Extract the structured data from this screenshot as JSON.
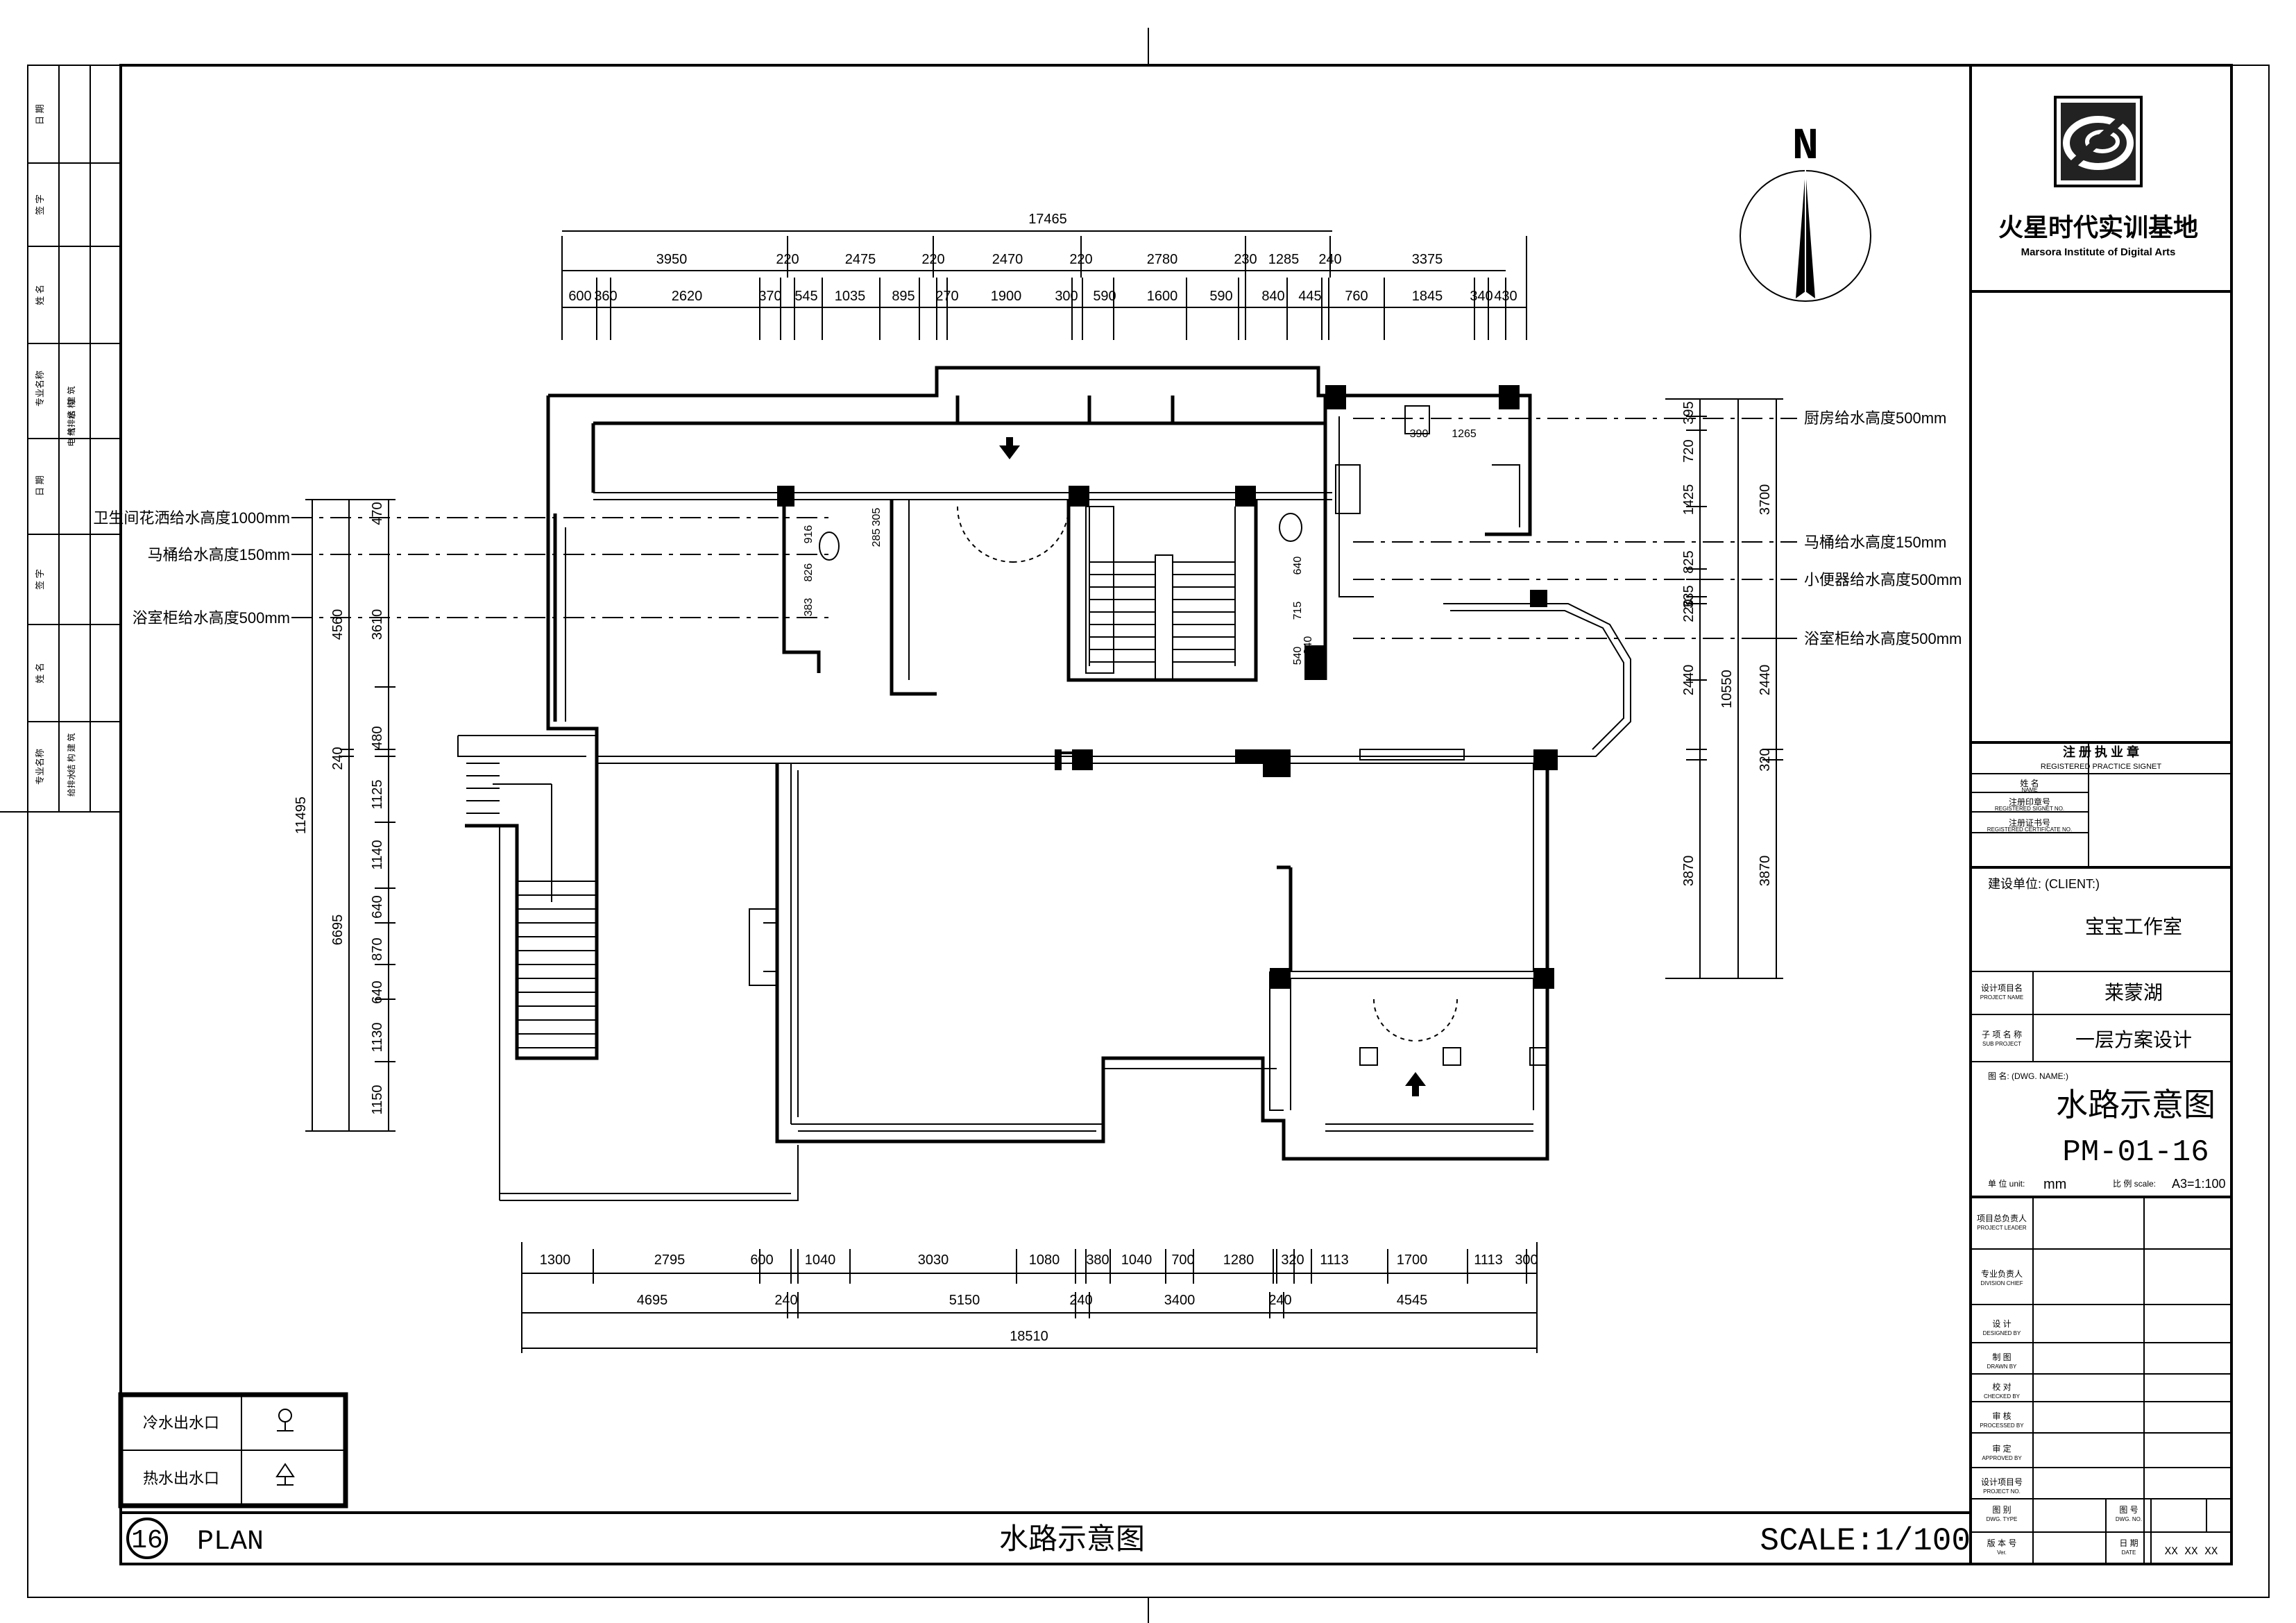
{
  "drawing": {
    "title_bottom": "水路示意图",
    "plan_number": "16",
    "plan_label": "PLAN",
    "scale": "SCALE:1/100",
    "north": "N"
  },
  "legend": [
    {
      "label": "冷水出水口",
      "symbol": "cold-water-outlet-icon"
    },
    {
      "label": "热水出水口",
      "symbol": "hot-water-outlet-icon"
    }
  ],
  "annotations": {
    "left": [
      "卫生间花洒给水高度1000mm",
      "马桶给水高度150mm",
      "浴室柜给水高度500mm"
    ],
    "right": [
      "厨房给水高度500mm",
      "马桶给水高度150mm",
      "小便器给水高度500mm",
      "浴室柜给水高度500mm"
    ]
  },
  "dims": {
    "top_total": "17465",
    "top_row2": [
      "3950",
      "220",
      "2475",
      "220",
      "2470",
      "220",
      "2780",
      "230",
      "1285",
      "240",
      "3375"
    ],
    "top_row3": [
      "600",
      "360",
      "2620",
      "370",
      "545",
      "1035",
      "895",
      "270",
      "1900",
      "300",
      "590",
      "1600",
      "590",
      "840",
      "445",
      "760",
      "1845",
      "340",
      "430"
    ],
    "bottom_row1": [
      "1300",
      "2795",
      "600",
      "1040",
      "3030",
      "1080",
      "380",
      "1040",
      "700",
      "1280",
      "320",
      "1113",
      "1700",
      "1113",
      "300"
    ],
    "bottom_row2": [
      "4695",
      "240",
      "5150",
      "240",
      "3400",
      "240",
      "4545"
    ],
    "bottom_total": "18510",
    "left_total": "11495",
    "left_a": [
      "4560",
      "240",
      "6695"
    ],
    "left_b": [
      "470",
      "3610",
      "480",
      "1125",
      "1140",
      "640",
      "870",
      "640",
      "1130",
      "1150"
    ],
    "right_total": "10550",
    "right_a": [
      "3700",
      "2440",
      "320",
      "3870"
    ],
    "right_b": [
      "395",
      "720",
      "1425",
      "825",
      "335",
      "220",
      "2440",
      "3870"
    ],
    "small": [
      "390",
      "1265",
      "285",
      "305",
      "916",
      "826",
      "383",
      "640",
      "715",
      "540",
      "240"
    ]
  },
  "title_block": {
    "company_cn": "火星时代实训基地",
    "company_en": "Marsora Institute of Digital Arts",
    "seal_title_cn": "注 册 执 业 章",
    "seal_title_en": "REGISTERED PRACTICE SIGNET",
    "name_cn": "姓 名",
    "name_en": "NAME",
    "signet_no_cn": "注册印章号",
    "signet_no_en": "REGISTERED SIGNET NO.",
    "cert_no_cn": "注册证书号",
    "cert_no_en": "REGISTERED CERTIFICATE NO.",
    "client_label": "建设单位: (CLIENT:)",
    "client": "宝宝工作室",
    "project_label_cn": "设计项目名",
    "project_label_en": "PROJECT NAME",
    "project": "莱蒙湖",
    "sub_label_cn": "子 项 名 称",
    "sub_label_en": "SUB PROJECT",
    "sub_project": "一层方案设计",
    "dwg_label": "图 名: (DWG. NAME:)",
    "dwg_name": "水路示意图",
    "dwg_no": "PM-01-16",
    "unit_label": "单 位 unit:",
    "unit": "mm",
    "scale_label": "比 例 scale:",
    "scale_value": "A3=1:100",
    "rows": [
      {
        "cn": "项目总负责人",
        "en": "PROJECT LEADER"
      },
      {
        "cn": "专业负责人",
        "en": "DIVISION CHIEF"
      },
      {
        "cn": "设 计",
        "en": "DESIGNED BY"
      },
      {
        "cn": "制 图",
        "en": "DRAWN BY"
      },
      {
        "cn": "校 对",
        "en": "CHECKED BY"
      },
      {
        "cn": "审 核",
        "en": "PROCESSED BY"
      },
      {
        "cn": "审 定",
        "en": "APPROVED BY"
      },
      {
        "cn": "设计项目号",
        "en": "PROJECT NO."
      }
    ],
    "type_cn": "图 别",
    "type_en": "DWG. TYPE",
    "num_cn": "图 号",
    "num_en": "DWG. NO.",
    "ver_cn": "版 本 号",
    "ver_en": "Ver.",
    "date_cn": "日 期",
    "date_en": "DATE",
    "date_value": "XX XX XX"
  },
  "side_strip": {
    "groups": [
      [
        "日 期",
        "签 字",
        "姓 名",
        "专业名称"
      ],
      [
        "日 期",
        "签 字",
        "姓 名",
        "专业名称"
      ]
    ],
    "sub1": [
      "建 筑",
      "结 构",
      "给排水",
      "电 气"
    ],
    "sub2": [
      "建 筑",
      "结 构",
      "给排水"
    ]
  }
}
